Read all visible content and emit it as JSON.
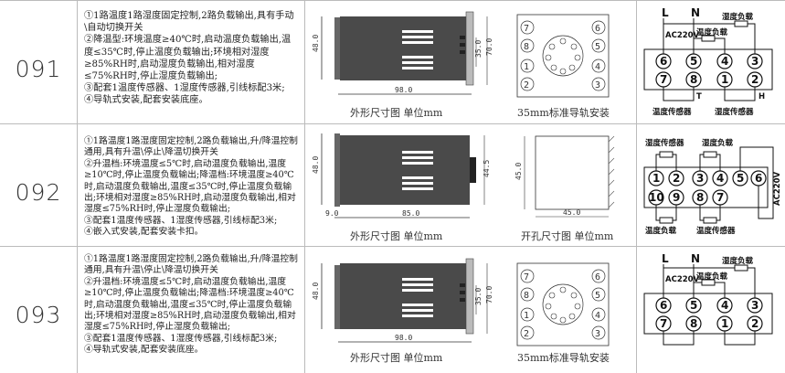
{
  "rows": [
    {
      "code": "091",
      "desc": [
        "①1路温度1路湿度固定控制,2路负载输出,具有手动\\自动切换开关",
        "②降温型:环境温度≥40℃时,启动温度负载输出,温度≤35℃时,停止温度负载输出;环境相对湿度≥85%RH时,启动湿度负载输出,相对湿度≤75%RH时,停止湿度负载输出;",
        "③配套1温度传感器、1湿度传感器,引线标配3米;",
        "④导轨式安装,配套安装底座。"
      ],
      "dims": {
        "h": "48.0",
        "depth": "98.0",
        "inner": "35.0",
        "rail": "70.0"
      },
      "cap_left": "外形尺寸图 单位mm",
      "cap_mid": "35mm标准导轨安装",
      "base_numbers": [
        "7",
        "8",
        "6",
        "5",
        "1",
        "4",
        "2",
        "3"
      ],
      "wiring": {
        "L": "L",
        "N": "N",
        "ac": "AC220V",
        "hum_load": "湿度负载",
        "temp_load": "温度负载",
        "top": [
          "6",
          "5",
          "4",
          "3"
        ],
        "bottom": [
          "7",
          "8",
          "1",
          "2"
        ],
        "temp_sensor": "温度传感器",
        "hum_sensor": "湿度传感器",
        "T": "T",
        "H": "H"
      }
    },
    {
      "code": "092",
      "desc": [
        "①1路温度1路湿度固定控制,2路负载输出,升/降温控制通用,具有升温\\停止\\降温切换开关",
        "②升温档:环境温度≤5℃时,启动温度负载输出,温度≥10℃时,停止温度负载输出;降温档:环境温度≥40℃时,启动温度负载输出,温度≤35℃时,停止温度负载输出;环境相对湿度≥85%RH时,启动湿度负载输出,相对湿度≤75%RH时,停止湿度负载输出;",
        "③配套1温度传感器、1湿度传感器,引线标配3米;",
        "④嵌入式安装,配套安装卡扣。"
      ],
      "dims": {
        "h": "48.0",
        "depth": "85.0",
        "inner": "44.5",
        "front": "9.0",
        "cut_h": "45.0",
        "cut_w": "45.0"
      },
      "cap_left": "外形尺寸图 单位mm",
      "cap_mid": "开孔尺寸图 单位mm",
      "wiring": {
        "hum_sensor": "湿度传感器",
        "temp_sensor": "温度传感器",
        "hum_load": "湿度负载",
        "temp_load": "温度负载",
        "ac": "AC220V",
        "top": [
          "1",
          "2",
          "3",
          "4",
          "5",
          "6"
        ],
        "bottom": [
          "10",
          "9",
          "8",
          "7"
        ]
      }
    },
    {
      "code": "093",
      "desc": [
        "①1路温度1路湿度固定控制,2路负载输出,升/降温控制通用,具有升温\\停止\\降温切换开关",
        "②升温档:环境温度≤5℃时,启动温度负载输出,温度≥10℃时,停止温度负载输出;降温档:环境温度≥40℃时,启动温度负载输出,温度≤35℃时,停止温度负载输出;环境相对湿度≥85%RH时,启动湿度负载输出,相对湿度≤75%RH时,停止湿度负载输出;",
        "③配套1温度传感器、1湿度传感器,引线标配3米;",
        "④导轨式安装,配套安装底座。"
      ],
      "dims": {
        "h": "48.0",
        "depth": "98.0",
        "inner": "35.0",
        "rail": "70.0"
      },
      "cap_left": "外形尺寸图 单位mm",
      "cap_mid": "35mm标准导轨安装",
      "base_numbers": [
        "7",
        "8",
        "6",
        "5",
        "1",
        "4",
        "2",
        "3"
      ],
      "wiring": {
        "L": "L",
        "N": "N",
        "ac": "AC220V",
        "hum_load": "湿度负载",
        "temp_load": "温度负载",
        "top": [
          "6",
          "5",
          "4",
          "3"
        ],
        "bottom": [
          "7",
          "8",
          "1",
          "2"
        ]
      }
    }
  ]
}
